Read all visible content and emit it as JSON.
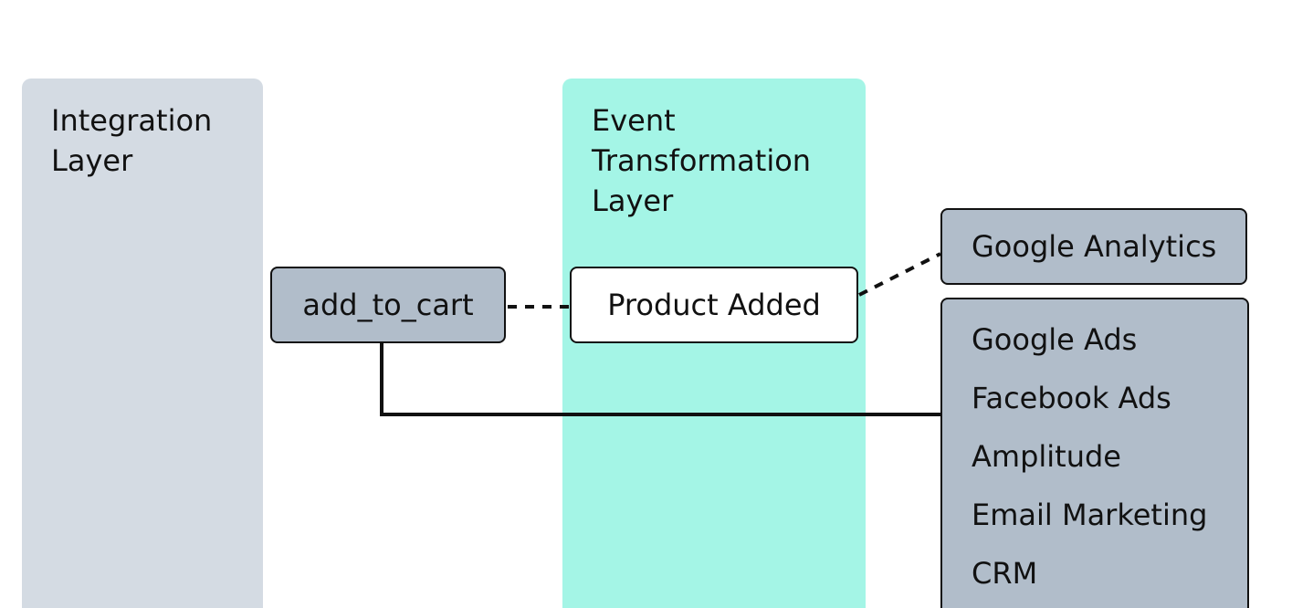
{
  "layers": {
    "integration": {
      "title": "Integration\nLayer",
      "color": "#d4dbe3"
    },
    "transformation": {
      "title": "Event\nTransformation\nLayer",
      "color": "#a4f5e6"
    }
  },
  "nodes": {
    "source_event": {
      "label": "add_to_cart"
    },
    "transformed_event": {
      "label": "Product Added"
    },
    "analytics_destination": {
      "label": "Google Analytics"
    }
  },
  "destinations": [
    "Google Ads",
    "Facebook Ads",
    "Amplitude",
    "Email Marketing",
    "CRM"
  ],
  "colors": {
    "node_fill": "#b1bdca",
    "line": "#111111"
  }
}
